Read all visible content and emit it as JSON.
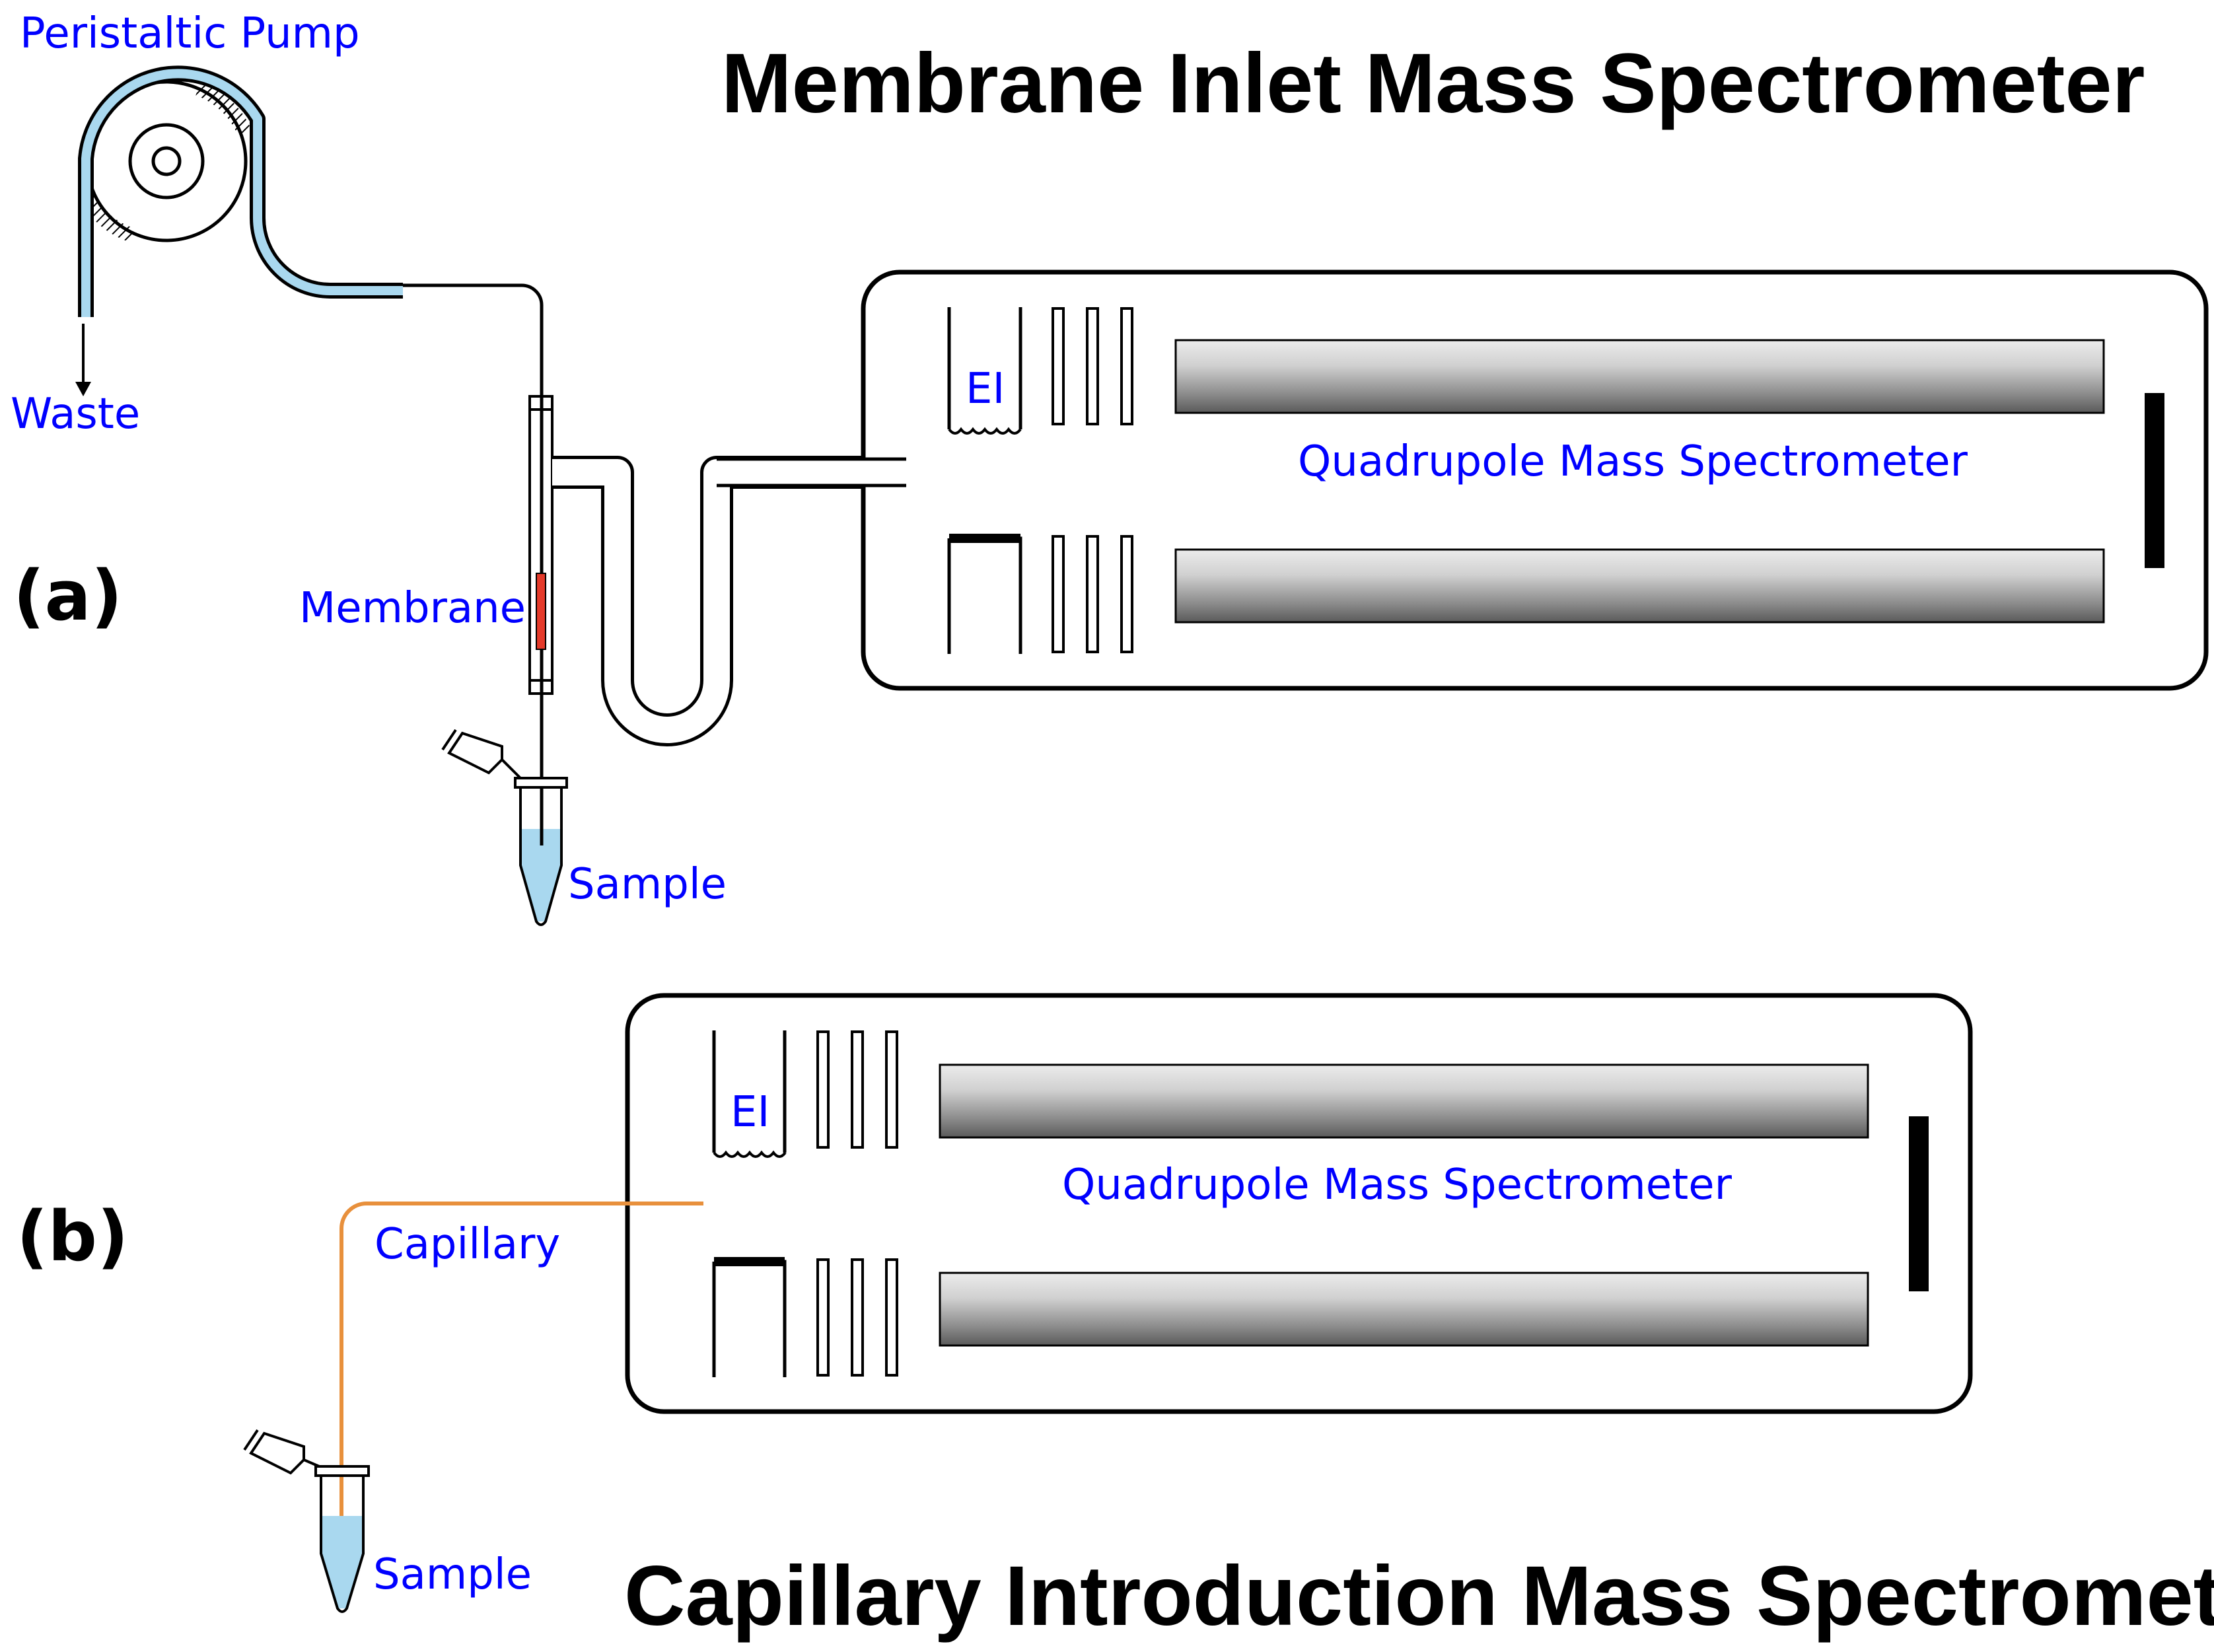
{
  "panels": [
    {
      "id": "a",
      "panel_label": "(a)",
      "title": "Membrane Inlet Mass Spectrometer",
      "pump_label": "Peristaltic Pump",
      "waste_label": "Waste",
      "membrane_label": "Membrane",
      "sample_label": "Sample",
      "ion_source_label": "EI",
      "analyzer_label": "Quadrupole Mass Spectrometer"
    },
    {
      "id": "b",
      "panel_label": "(b)",
      "title": "Capillary Introduction Mass Spectrometer",
      "capillary_label": "Capillary",
      "sample_label": "Sample",
      "ion_source_label": "EI",
      "analyzer_label": "Quadrupole Mass Spectrometer"
    }
  ],
  "colors": {
    "label_text": "#0000ff",
    "liquid": "#a9d8ef",
    "membrane": "#e53a2a",
    "capillary": "#e8903c",
    "outline": "#000000"
  }
}
